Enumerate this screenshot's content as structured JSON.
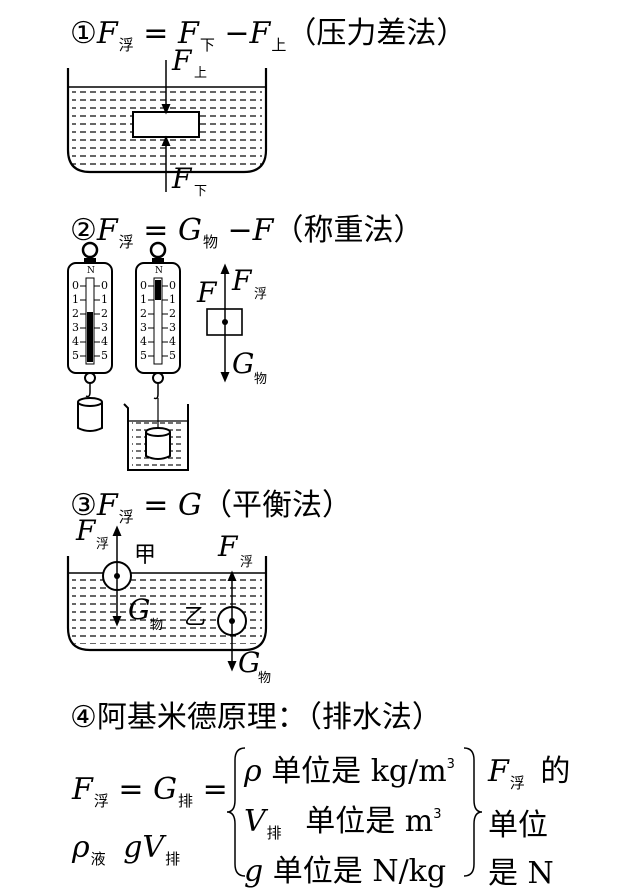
{
  "method1": {
    "num": "①",
    "F": "F",
    "fu": "浮",
    "eq": "=",
    "down": "下",
    "minus": "−",
    "up": "上",
    "name": "（压力差法）"
  },
  "method2": {
    "num": "②",
    "F": "F",
    "fu": "浮",
    "eq": "=",
    "G": "G",
    "wu": "物",
    "minus": "−",
    "name": "（称重法）",
    "scale_unit": "N",
    "scale_ticks": [
      "0",
      "1",
      "2",
      "3",
      "4",
      "5"
    ],
    "fbd_F": "F",
    "fbd_Ffu": "浮",
    "fbd_G": "G",
    "fbd_wu": "物"
  },
  "method3": {
    "num": "③",
    "F": "F",
    "fu": "浮",
    "eq": "=",
    "G": "G",
    "name": "（平衡法）",
    "jia": "甲",
    "yi": "乙",
    "wu": "物"
  },
  "method4": {
    "num": "④",
    "name": "阿基米德原理：（排水法）",
    "F": "F",
    "fu": "浮",
    "eq": "=",
    "G": "G",
    "pai": "排",
    "rho": "ρ",
    "ye": "液",
    "g": "g",
    "V": "V",
    "unit_label": "单位是",
    "rho_unit": "kg/m",
    "rho_unit_exp": "3",
    "v_unit": "m",
    "v_unit_exp": "3",
    "g_unit": "N/kg",
    "right_de": "的",
    "right_unit": "单位",
    "right_is": "是",
    "right_N": "N"
  }
}
